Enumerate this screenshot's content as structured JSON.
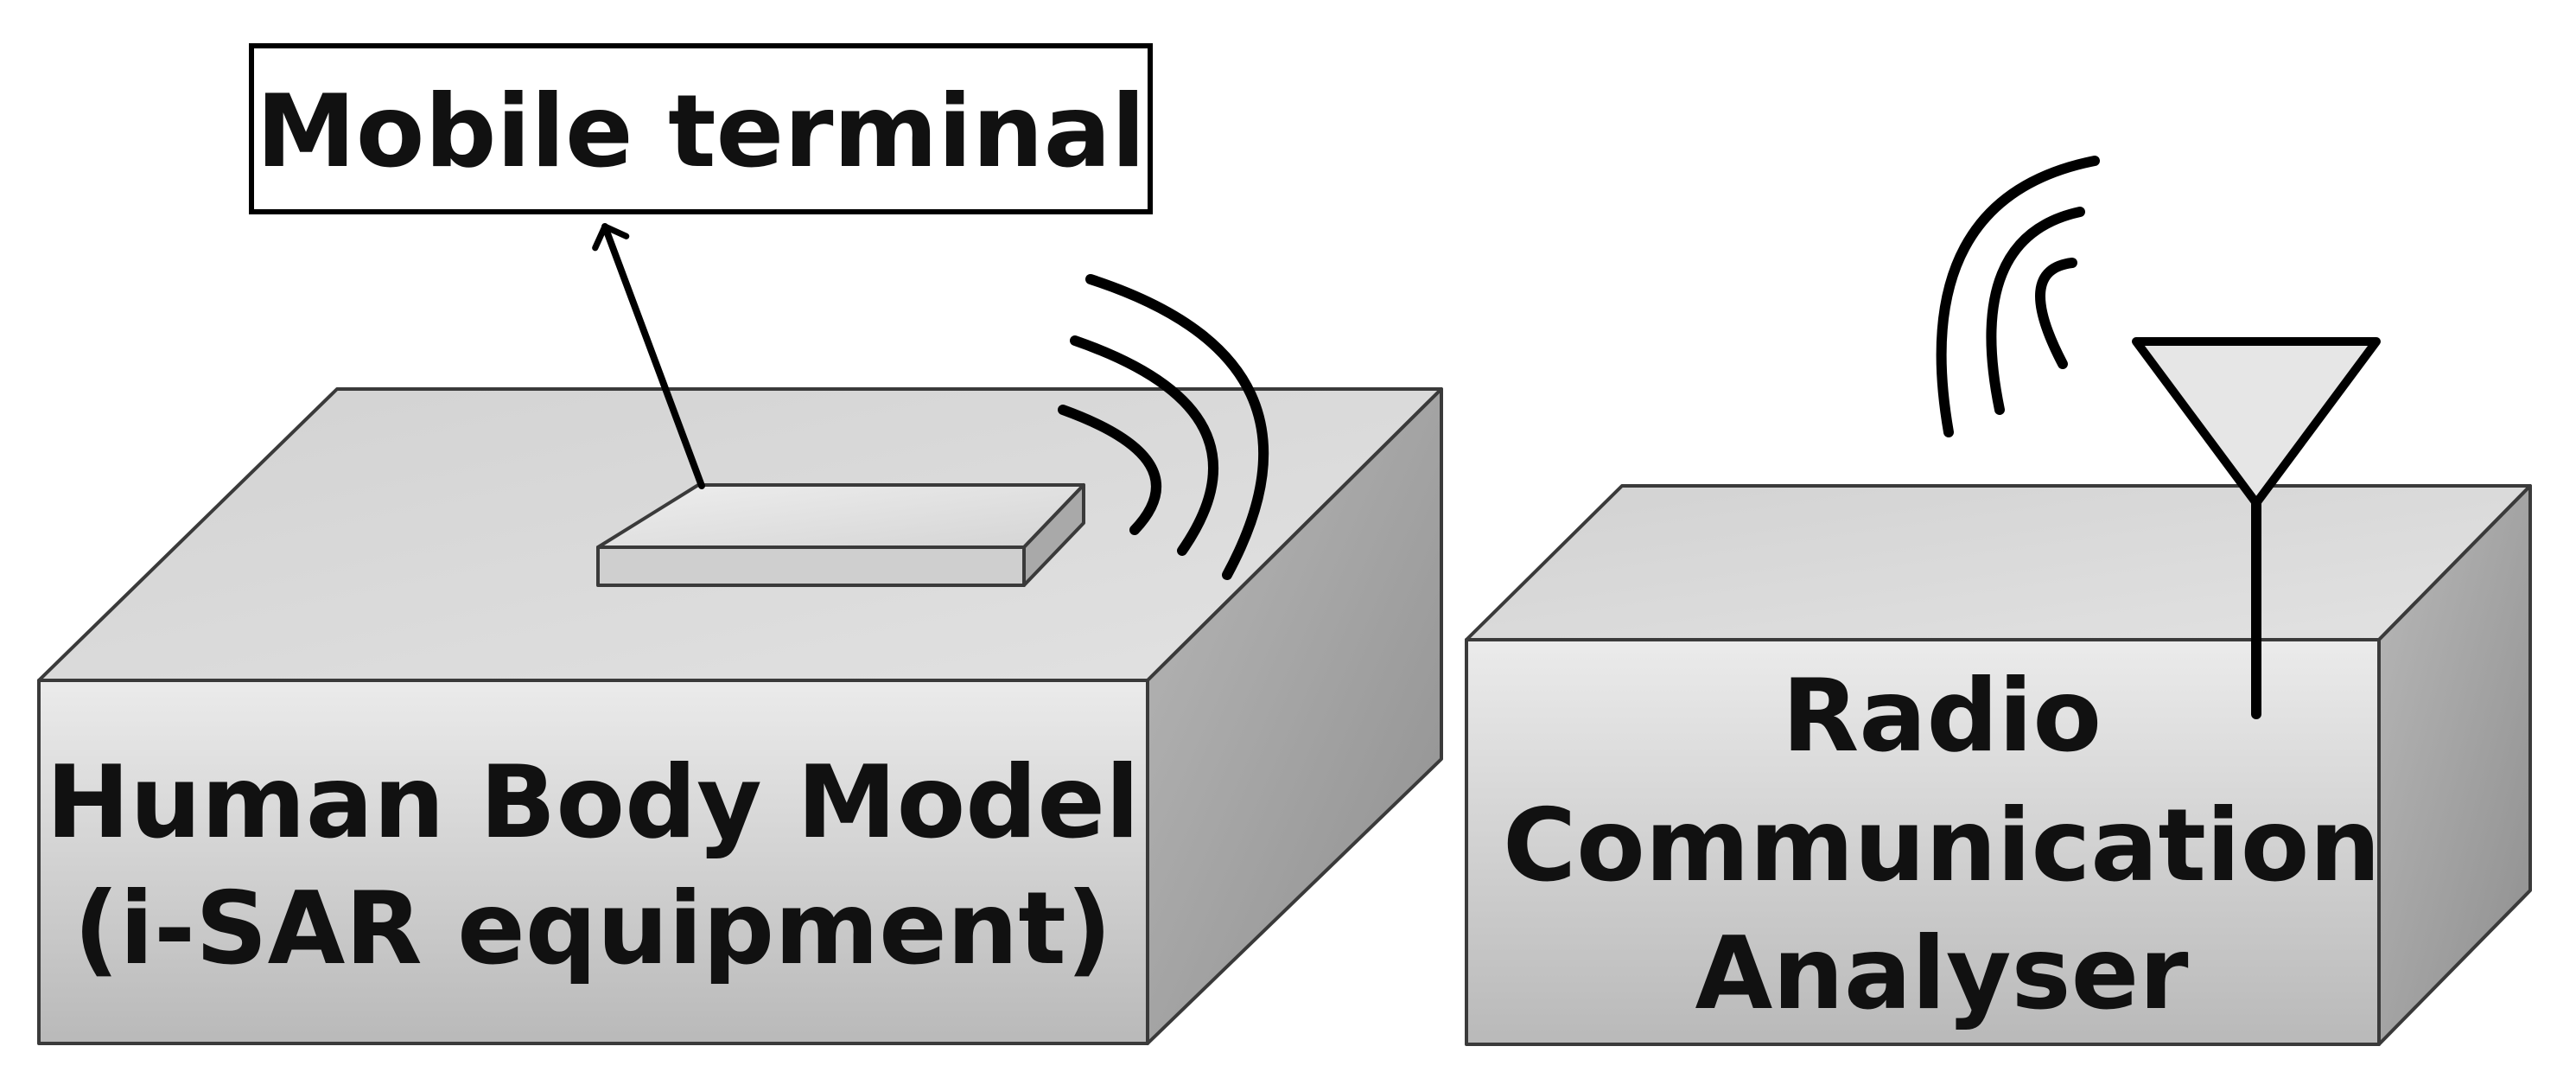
{
  "diagram": {
    "mobile_terminal": {
      "label": "Mobile terminal"
    },
    "human_body_model": {
      "line1": "Human Body Model",
      "line2": "(i-SAR equipment)"
    },
    "radio_communication_analyser": {
      "line1": "Radio",
      "line2": "Communication",
      "line3": "Analyser"
    },
    "colors": {
      "box_front_light": "#e6e6e6",
      "box_front_dark": "#b4b4b4",
      "box_top": "#d9d9d9",
      "box_side": "#a8a8a8",
      "stroke": "#000000",
      "background": "#ffffff"
    }
  }
}
